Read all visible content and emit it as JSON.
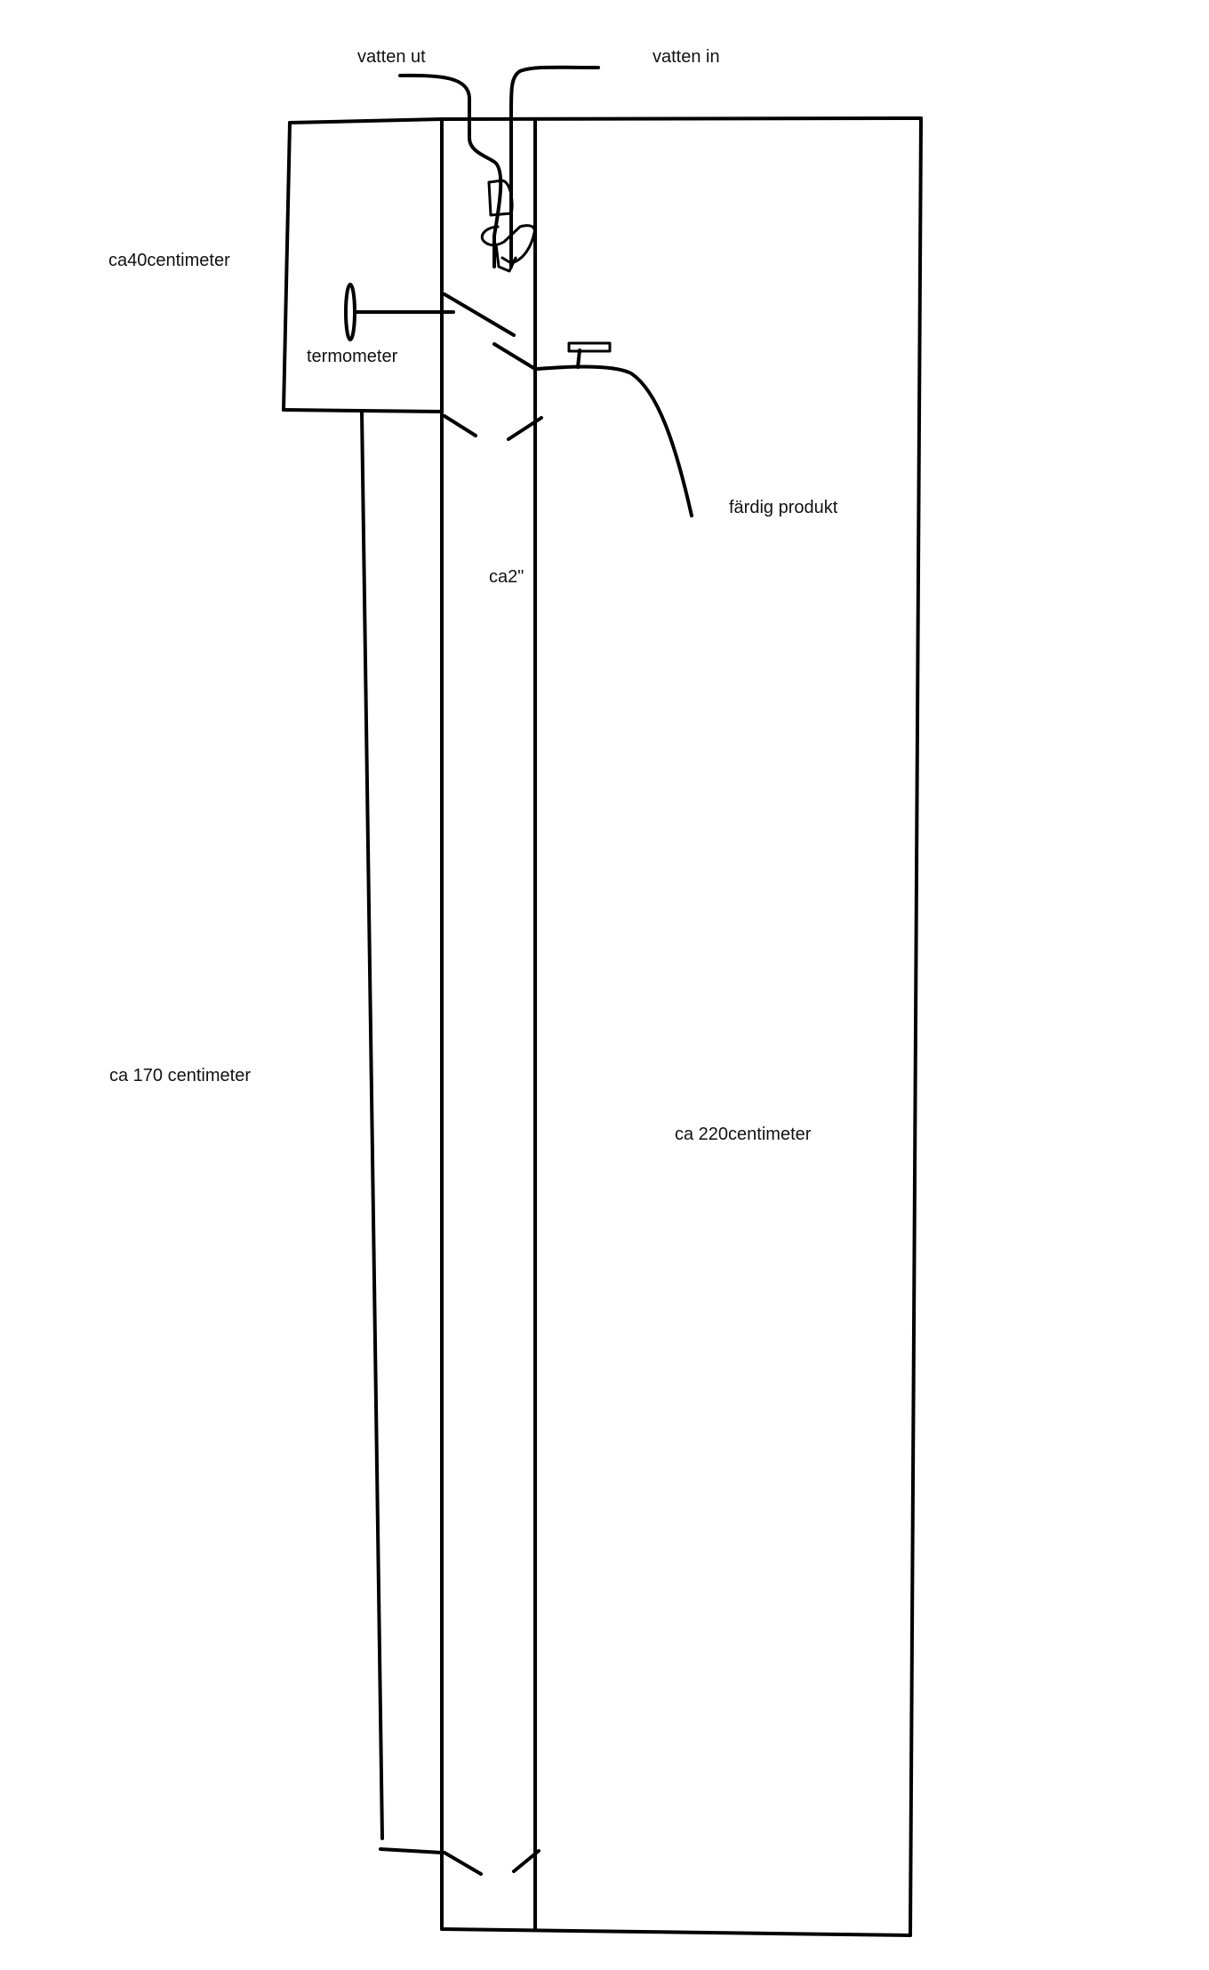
{
  "labels": {
    "water_out": "vatten ut",
    "water_in": "vatten in",
    "top_height": "ca40centimeter",
    "thermometer": "termometer",
    "product": "färdig produkt",
    "pipe_diameter": "ca2\"",
    "jacket_height": "ca 170 centimeter",
    "column_height": "ca 220centimeter"
  },
  "colors": {
    "ink": "#000000",
    "background": "#ffffff"
  }
}
